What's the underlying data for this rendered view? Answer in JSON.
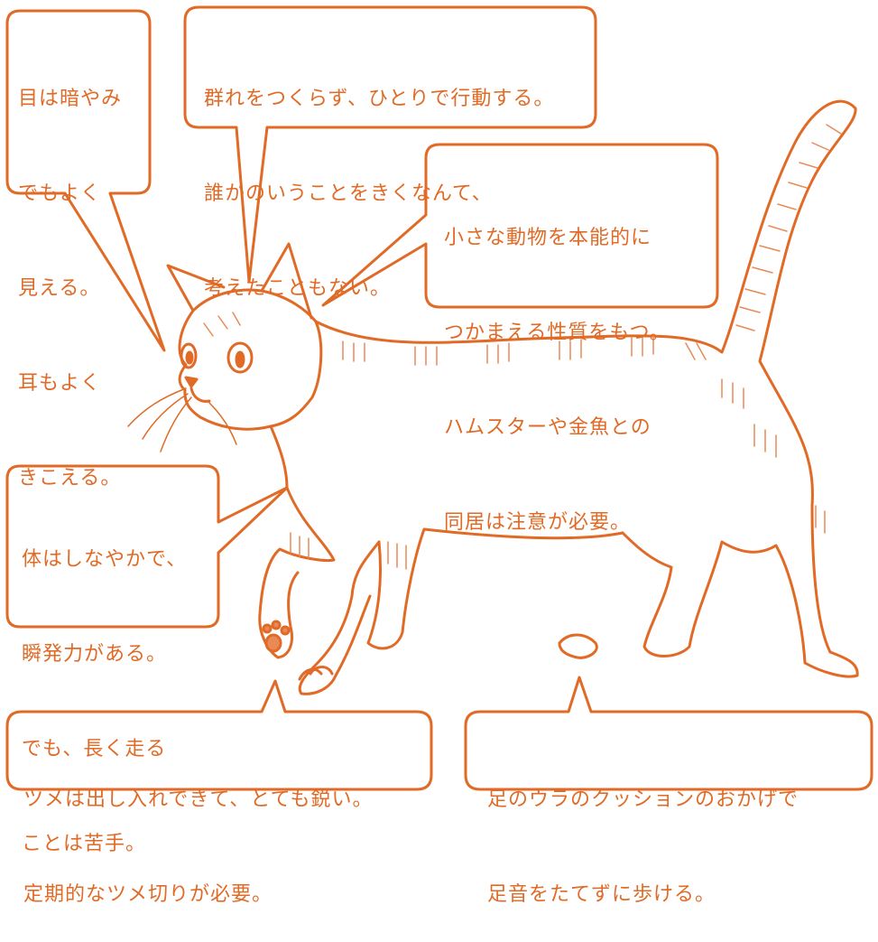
{
  "colors": {
    "accent": "#e06a26",
    "background": "#ffffff",
    "stripe": "#e98a56"
  },
  "callouts": {
    "eyes_ears": {
      "lines": [
        "目は暗やみ",
        "でもよく",
        "見える。",
        "耳もよく",
        "きこえる。"
      ]
    },
    "behavior": {
      "lines": [
        "群れをつくらず、ひとりで行動する。",
        "誰かのいうことをきくなんて、",
        "考えたこともない。"
      ]
    },
    "instinct": {
      "lines": [
        "小さな動物を本能的に",
        "つかまえる性質をもつ。",
        "ハムスターや金魚との",
        "同居は注意が必要。"
      ]
    },
    "body": {
      "lines": [
        "体はしなやかで、",
        "瞬発力がある。",
        "でも、長く走る",
        "ことは苦手。"
      ]
    },
    "claws": {
      "lines": [
        "ツメは出し入れできて、とても鋭い。",
        "定期的なツメ切りが必要。"
      ]
    },
    "paws": {
      "lines": [
        "足のウラのクッションのおかげで",
        "足音をたてずに歩ける。"
      ]
    }
  }
}
